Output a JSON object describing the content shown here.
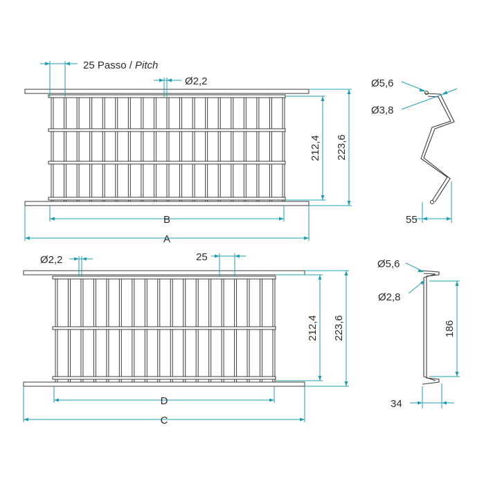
{
  "colors": {
    "dimension": "#1f9fae",
    "outline": "#3a3a3a",
    "background": "#ffffff"
  },
  "top_view": {
    "pitch_value": "25 Passo / ",
    "pitch_word": "Pitch",
    "wire_diameter": "Ø2,2",
    "inner_height": "212,4",
    "outer_height": "223,6",
    "dim_b": "B",
    "dim_a": "A"
  },
  "top_profile": {
    "diameter_large": "Ø5,6",
    "diameter_small": "Ø3,8",
    "depth": "55"
  },
  "bottom_view": {
    "wire_diameter": "Ø2,2",
    "pitch_value": "25",
    "inner_height": "212,4",
    "outer_height": "223,6",
    "dim_d": "D",
    "dim_c": "C"
  },
  "bottom_profile": {
    "diameter_large": "Ø5,6",
    "diameter_small": "Ø2,8",
    "height": "186",
    "depth": "34"
  }
}
